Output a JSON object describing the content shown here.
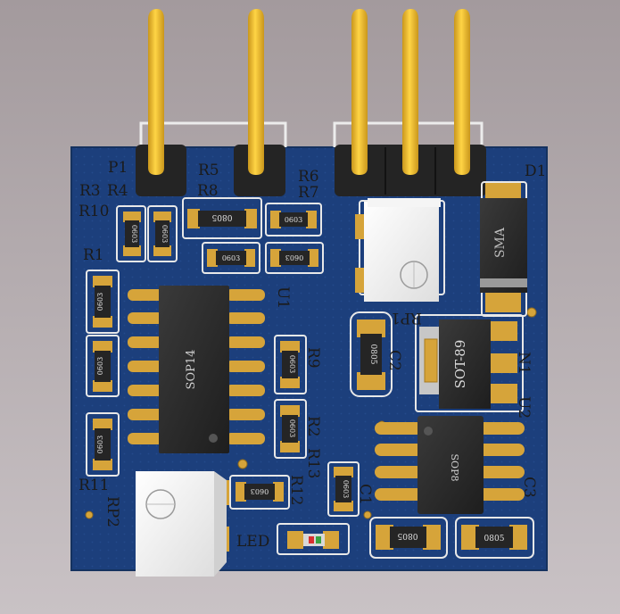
{
  "labels": {
    "P1": "P1",
    "R3": "R3",
    "R4": "R4",
    "R10": "R10",
    "R1": "R1",
    "R5": "R5",
    "R8": "R8",
    "R6": "R6",
    "R7": "R7",
    "D1": "D1",
    "U1": "U1",
    "RP1": "RP1",
    "R9": "R9",
    "C2": "C2",
    "N1": "N1",
    "U2": "U2",
    "R2": "R2",
    "R13": "R13",
    "R11": "R11",
    "RP2": "RP2",
    "R12": "R12",
    "C1": "C1",
    "C3": "C3",
    "LED": "LED"
  },
  "chip_text": {
    "sop14": "SOP14",
    "sop8": "SOP8",
    "sot89": "SOT-89",
    "sma": "SMA",
    "r0603": "0603",
    "r0805": "0805"
  },
  "colors": {
    "background": "#a79fa2",
    "board": "#1c3f7c",
    "pad": "#d6a43a",
    "pin": "#f2c12e",
    "chip": "#2b2b2b",
    "silk": "#e8e8e8"
  }
}
